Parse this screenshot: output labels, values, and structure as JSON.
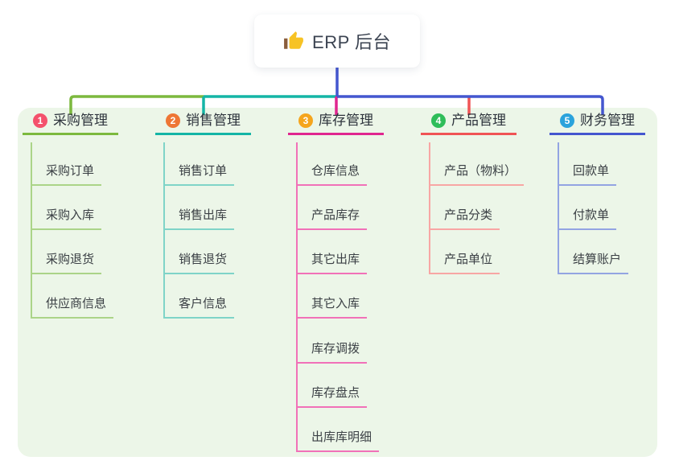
{
  "root": {
    "label": "ERP 后台",
    "icon": "thumbs-up-icon"
  },
  "branches": [
    {
      "badge": "1",
      "label": "采购管理",
      "color": "#7cb93e",
      "light_color": "#abd488",
      "badge_color": "#f4516c",
      "children": [
        "采购订单",
        "采购入库",
        "采购退货",
        "供应商信息"
      ]
    },
    {
      "badge": "2",
      "label": "销售管理",
      "color": "#14b5a6",
      "light_color": "#7fd4c8",
      "badge_color": "#ee7635",
      "children": [
        "销售订单",
        "销售出库",
        "销售退货",
        "客户信息"
      ]
    },
    {
      "badge": "3",
      "label": "库存管理",
      "color": "#e0268f",
      "light_color": "#f171b8",
      "badge_color": "#f5a51d",
      "children": [
        "仓库信息",
        "产品库存",
        "其它出库",
        "其它入库",
        "库存调拨",
        "库存盘点",
        "出库库明细"
      ]
    },
    {
      "badge": "4",
      "label": "产品管理",
      "color": "#f05455",
      "light_color": "#f8a6a4",
      "badge_color": "#2ebd59",
      "children": [
        "产品（物料）",
        "产品分类",
        "产品单位"
      ]
    },
    {
      "badge": "5",
      "label": "财务管理",
      "color": "#4456cf",
      "light_color": "#93a4e2",
      "badge_color": "#2aa3dc",
      "children": [
        "回款单",
        "付款单",
        "结算账户"
      ]
    }
  ],
  "colors": {
    "panel_bg": "#ecf6e8",
    "root_text": "#3b4351",
    "node_text": "#3b4045",
    "root_connector": "#4456cf",
    "thumb_hand": "#f7c325",
    "thumb_sleeve": "#8a5d3b"
  }
}
